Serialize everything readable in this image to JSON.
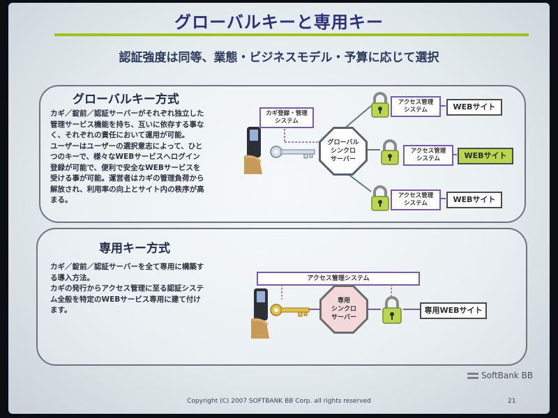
{
  "slide": {
    "title": "グローバルキーと専用キー",
    "subtitle": "認証強度は同等、業態・ビジネスモデル・予算に応じて選択"
  },
  "global": {
    "title": "グローバルキー方式",
    "description": "カギ／錠前／認証サーバーがそれぞれ独立した\n管理サービス機能を持ち、互いに依存する事な\nく、それぞれの責任において運用が可能。\nユーザーはユーザーの選択意志によって、ひと\nつのキーで、様々なWEBサービスへログイン\n登録が可能で、便利で安全なWEBサービスを\n受ける事が可能。運営者はカギの管理負荷から\n解放され、利用率の向上とサイト内の秩序が高\nまる。",
    "key_mgmt_label": "カギ登録・管理\nシステム",
    "server_label": "グローバル\nシンクロ\nサーバー",
    "access_label": "アクセス管理\nシステム",
    "site_label": "WEBサイト",
    "highlight_color": "#b8d64e"
  },
  "dedicated": {
    "title": "専用キー方式",
    "description": "カギ／錠前／認証サーバーを全て専用に構築す\nる導入方法。\nカギの発行からアクセス管理に至る認証システ\nム全般を特定のWEBサービス専用に建て付け\nます。",
    "access_bar_label": "アクセス管理システム",
    "server_label": "専用\nシンクロ\nサーバー",
    "site_label": "専用WEBサイト"
  },
  "footer": {
    "copyright": "Copyright (C) 2007 SOFTBANK BB Corp. all rights reserved",
    "page_number": "21",
    "logo_text": "SoftBank BB"
  }
}
